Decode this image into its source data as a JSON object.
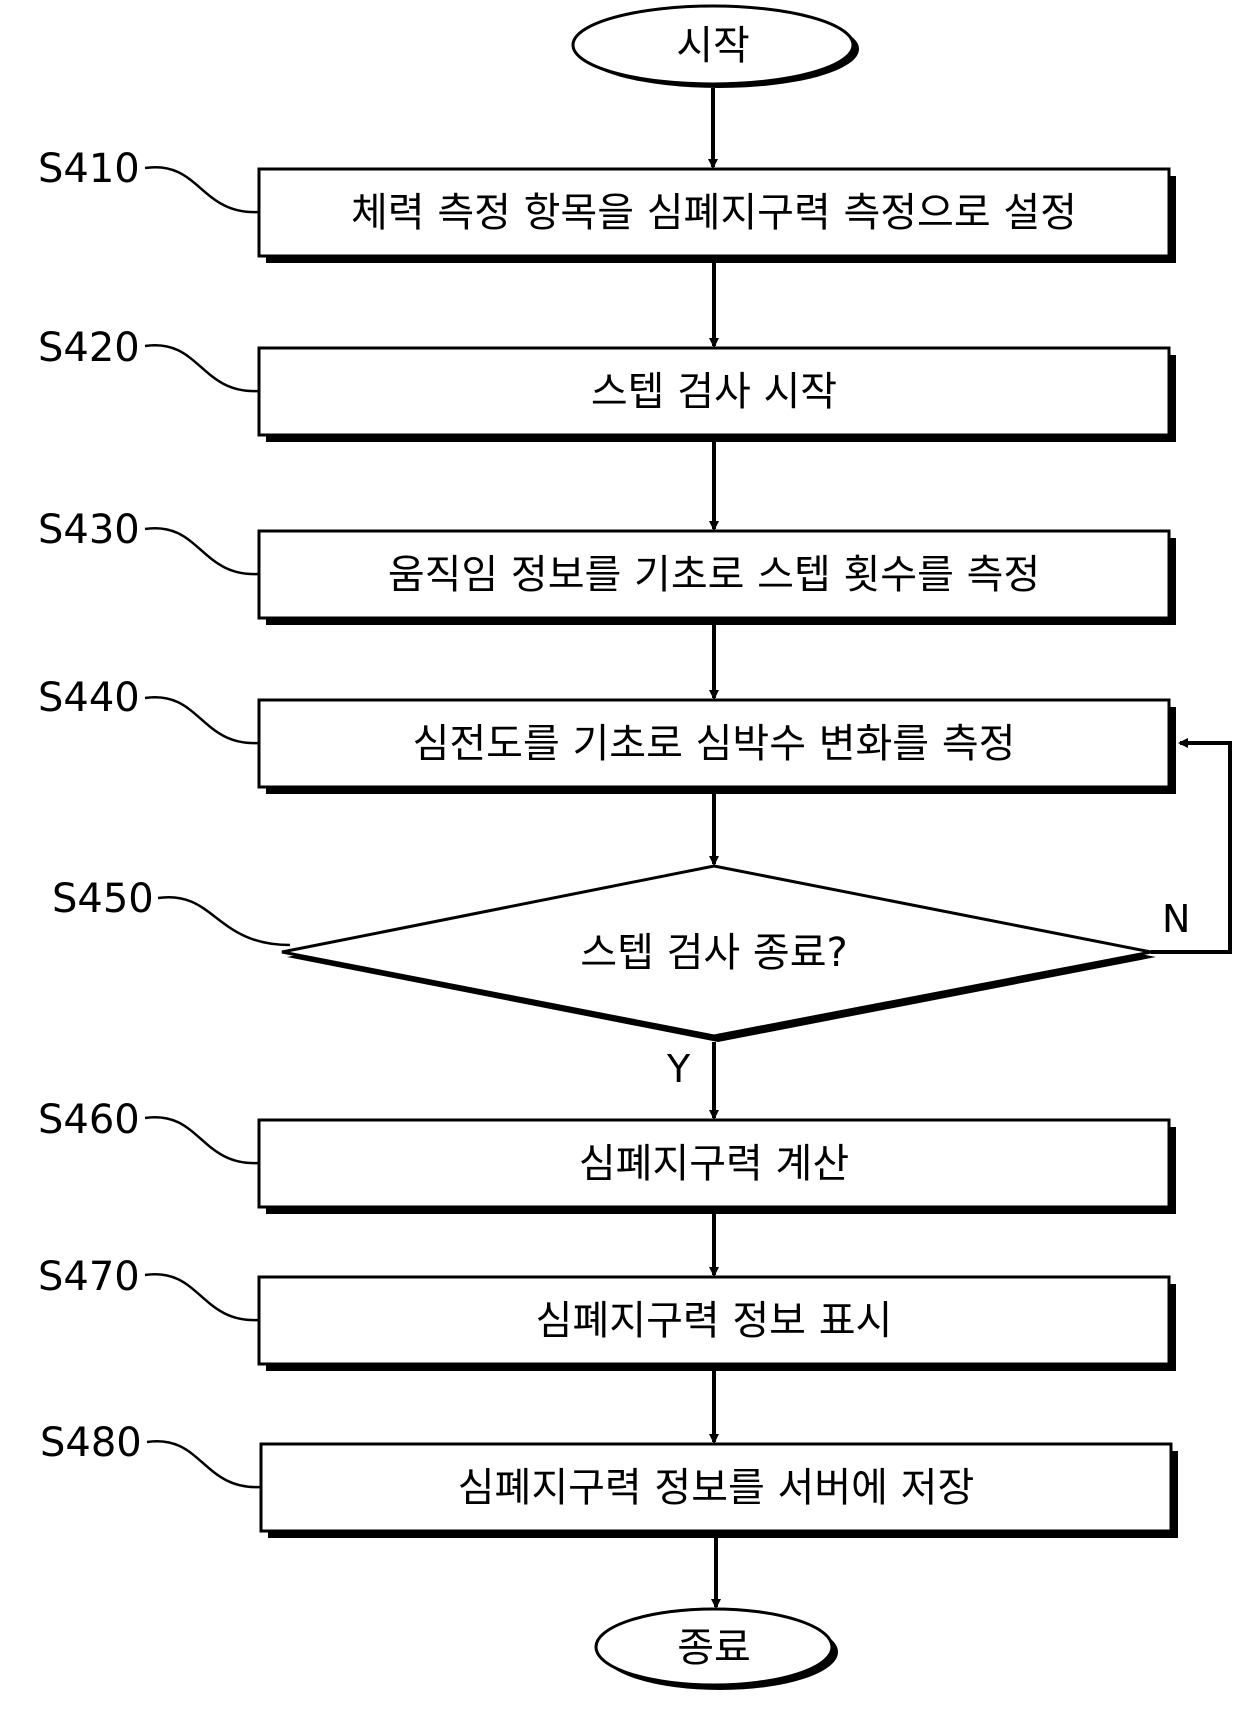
{
  "flowchart": {
    "start": "시작",
    "end": "종료",
    "steps": [
      {
        "id": "S410",
        "text": "체력 측정 항목을 심폐지구력 측정으로 설정"
      },
      {
        "id": "S420",
        "text": "스텝 검사 시작"
      },
      {
        "id": "S430",
        "text": "움직임 정보를 기초로 스텝 횟수를 측정"
      },
      {
        "id": "S440",
        "text": "심전도를 기초로 심박수 변화를 측정"
      },
      {
        "id": "S450",
        "text": "스텝 검사 종료?"
      },
      {
        "id": "S460",
        "text": "심폐지구력 계산"
      },
      {
        "id": "S470",
        "text": "심폐지구력 정보 표시"
      },
      {
        "id": "S480",
        "text": "심폐지구력 정보를 서버에 저장"
      }
    ],
    "branch_no": "N",
    "branch_yes": "Y"
  }
}
